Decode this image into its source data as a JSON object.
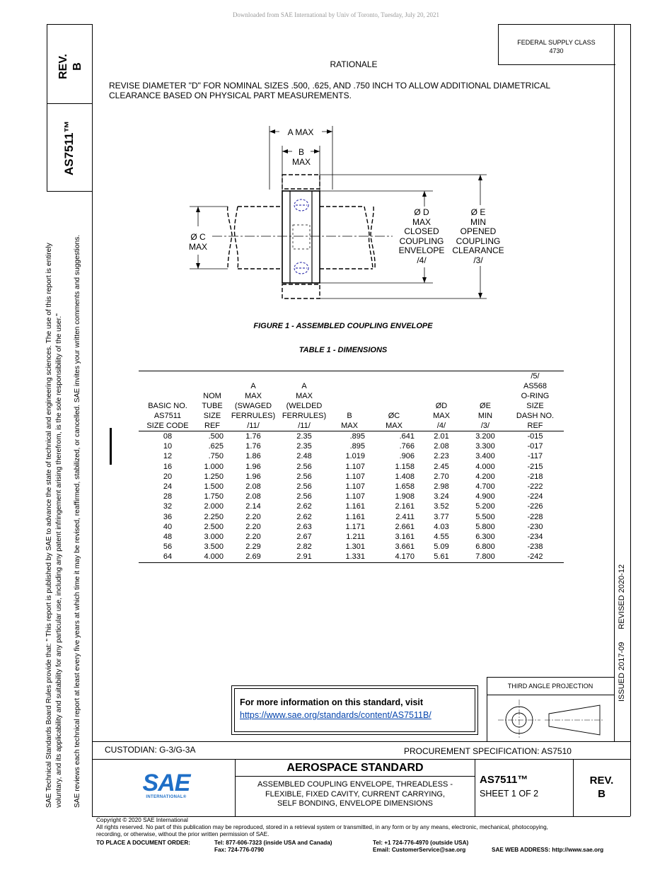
{
  "download_notice": "Downloaded from SAE International by Univ of Toronto, Tuesday, July 20, 2021",
  "side": {
    "rev": "REV.",
    "rev_letter": "B",
    "doc_number": "AS7511™",
    "policy_line1": "SAE Technical Standards Board Rules provide that: \"  This report is published by SAE to advance the state of technical and engineering sciences. The use of this report is entirely",
    "policy_line2": "voluntary, and its applicability and suitability for any particular use, including any patent infringement arising therefrom, is the sole responsibility of the user.\"",
    "policy_line3": "SAE reviews each technical report at least every five years at which time it may be revised, reaffirmed, stabilized, or cancelled. SAE invites your written comments and suggestions.",
    "issued": "ISSUED 2017-09",
    "revised": "REVISED 2020-12"
  },
  "header": {
    "fsc_line1": "FEDERAL SUPPLY CLASS",
    "fsc_line2": "4730",
    "rationale_title": "RATIONALE",
    "rationale_text_1": "REVISE DIAMETER \"D\" FOR NOMINAL SIZES .500, .625, AND .750 INCH TO ALLOW ADDITIONAL DIAMETRICAL",
    "rationale_text_2": "CLEARANCE BASED ON PHYSICAL PART MEASUREMENTS."
  },
  "figure": {
    "a_max": "A MAX",
    "b": "B",
    "b_max": "MAX",
    "c": "Ø C",
    "c_max": "MAX",
    "d_lines": [
      "Ø D",
      "MAX",
      "CLOSED",
      "COUPLING",
      "ENVELOPE",
      "/4/"
    ],
    "e_lines": [
      "Ø E",
      "MIN",
      "OPENED",
      "COUPLING",
      "CLEARANCE",
      "/3/"
    ],
    "caption": "FIGURE 1 - ASSEMBLED COUPLING ENVELOPE"
  },
  "table": {
    "caption": "TABLE 1 - DIMENSIONS",
    "headers": [
      [
        "BASIC NO.",
        "AS7511",
        "SIZE CODE"
      ],
      [
        "NOM",
        "TUBE",
        "SIZE",
        "REF"
      ],
      [
        "A",
        "MAX",
        "(SWAGED",
        "FERRULES)",
        "/11/"
      ],
      [
        "A",
        "MAX",
        "(WELDED",
        "FERRULES)",
        "/11/"
      ],
      [
        "B",
        "MAX"
      ],
      [
        "ØC",
        "MAX"
      ],
      [
        "ØD",
        "MAX",
        "/4/"
      ],
      [
        "ØE",
        "MIN",
        "/3/"
      ],
      [
        "/5/",
        "AS568",
        "O-RING",
        "SIZE",
        "DASH NO.",
        "REF"
      ]
    ],
    "rows": [
      [
        "08",
        ".500",
        "1.76",
        "2.35",
        ".895",
        ".641",
        "2.01",
        "3.200",
        "-015"
      ],
      [
        "10",
        ".625",
        "1.76",
        "2.35",
        ".895",
        ".766",
        "2.08",
        "3.300",
        "-017"
      ],
      [
        "12",
        ".750",
        "1.86",
        "2.48",
        "1.019",
        ".906",
        "2.23",
        "3.400",
        "-117"
      ],
      [
        "16",
        "1.000",
        "1.96",
        "2.56",
        "1.107",
        "1.158",
        "2.45",
        "4.000",
        "-215"
      ],
      [
        "20",
        "1.250",
        "1.96",
        "2.56",
        "1.107",
        "1.408",
        "2.70",
        "4.200",
        "-218"
      ],
      [
        "24",
        "1.500",
        "2.08",
        "2.56",
        "1.107",
        "1.658",
        "2.98",
        "4.700",
        "-222"
      ],
      [
        "28",
        "1.750",
        "2.08",
        "2.56",
        "1.107",
        "1.908",
        "3.24",
        "4.900",
        "-224"
      ],
      [
        "32",
        "2.000",
        "2.14",
        "2.62",
        "1.161",
        "2.161",
        "3.52",
        "5.200",
        "-226"
      ],
      [
        "36",
        "2.250",
        "2.20",
        "2.62",
        "1.161",
        "2.411",
        "3.77",
        "5.500",
        "-228"
      ],
      [
        "40",
        "2.500",
        "2.20",
        "2.63",
        "1.171",
        "2.661",
        "4.03",
        "5.800",
        "-230"
      ],
      [
        "48",
        "3.000",
        "2.20",
        "2.67",
        "1.211",
        "3.161",
        "4.55",
        "6.300",
        "-234"
      ],
      [
        "56",
        "3.500",
        "2.29",
        "2.82",
        "1.301",
        "3.661",
        "5.09",
        "6.800",
        "-238"
      ],
      [
        "64",
        "4.000",
        "2.69",
        "2.91",
        "1.331",
        "4.170",
        "5.61",
        "7.800",
        "-242"
      ]
    ]
  },
  "info_box": {
    "text": "For more information on this standard, visit",
    "link": "https://www.sae.org/standards/content/AS7511B/"
  },
  "projection": {
    "label": "THIRD ANGLE PROJECTION"
  },
  "title_block": {
    "custodian": "CUSTODIAN: G-3/G-3A",
    "procurement": "PROCUREMENT SPECIFICATION: AS7510",
    "logo_text": "SAE",
    "logo_sub": "INTERNATIONAL®",
    "standard": "AEROSPACE STANDARD",
    "title_line1": "ASSEMBLED COUPLING ENVELOPE, THREADLESS -",
    "title_line2": "FLEXIBLE, FIXED CAVITY, CURRENT CARRYING,",
    "title_line3": "SELF BONDING, ENVELOPE DIMENSIONS",
    "doc_number": "AS7511™",
    "sheet": "SHEET 1 OF 2",
    "rev": "REV.",
    "rev_letter": "B"
  },
  "footer": {
    "copyright": "Copyright © 2020 SAE International",
    "rights_1": "All rights reserved. No part of this publication may be reproduced, stored in a retrieval system or transmitted, in any form or by any means, electronic, mechanical, photocopying,",
    "rights_2": "recording, or otherwise, without the prior written permission of SAE.",
    "order_label": "TO PLACE A DOCUMENT ORDER:",
    "tel_usa": "Tel:  877-606-7323 (inside USA and Canada)",
    "tel_intl": "Tel:  +1 724-776-4970 (outside USA)",
    "fax": "Fax:  724-776-0790",
    "email": "Email:  CustomerService@sae.org",
    "web": "SAE WEB ADDRESS:  http://www.sae.org"
  }
}
